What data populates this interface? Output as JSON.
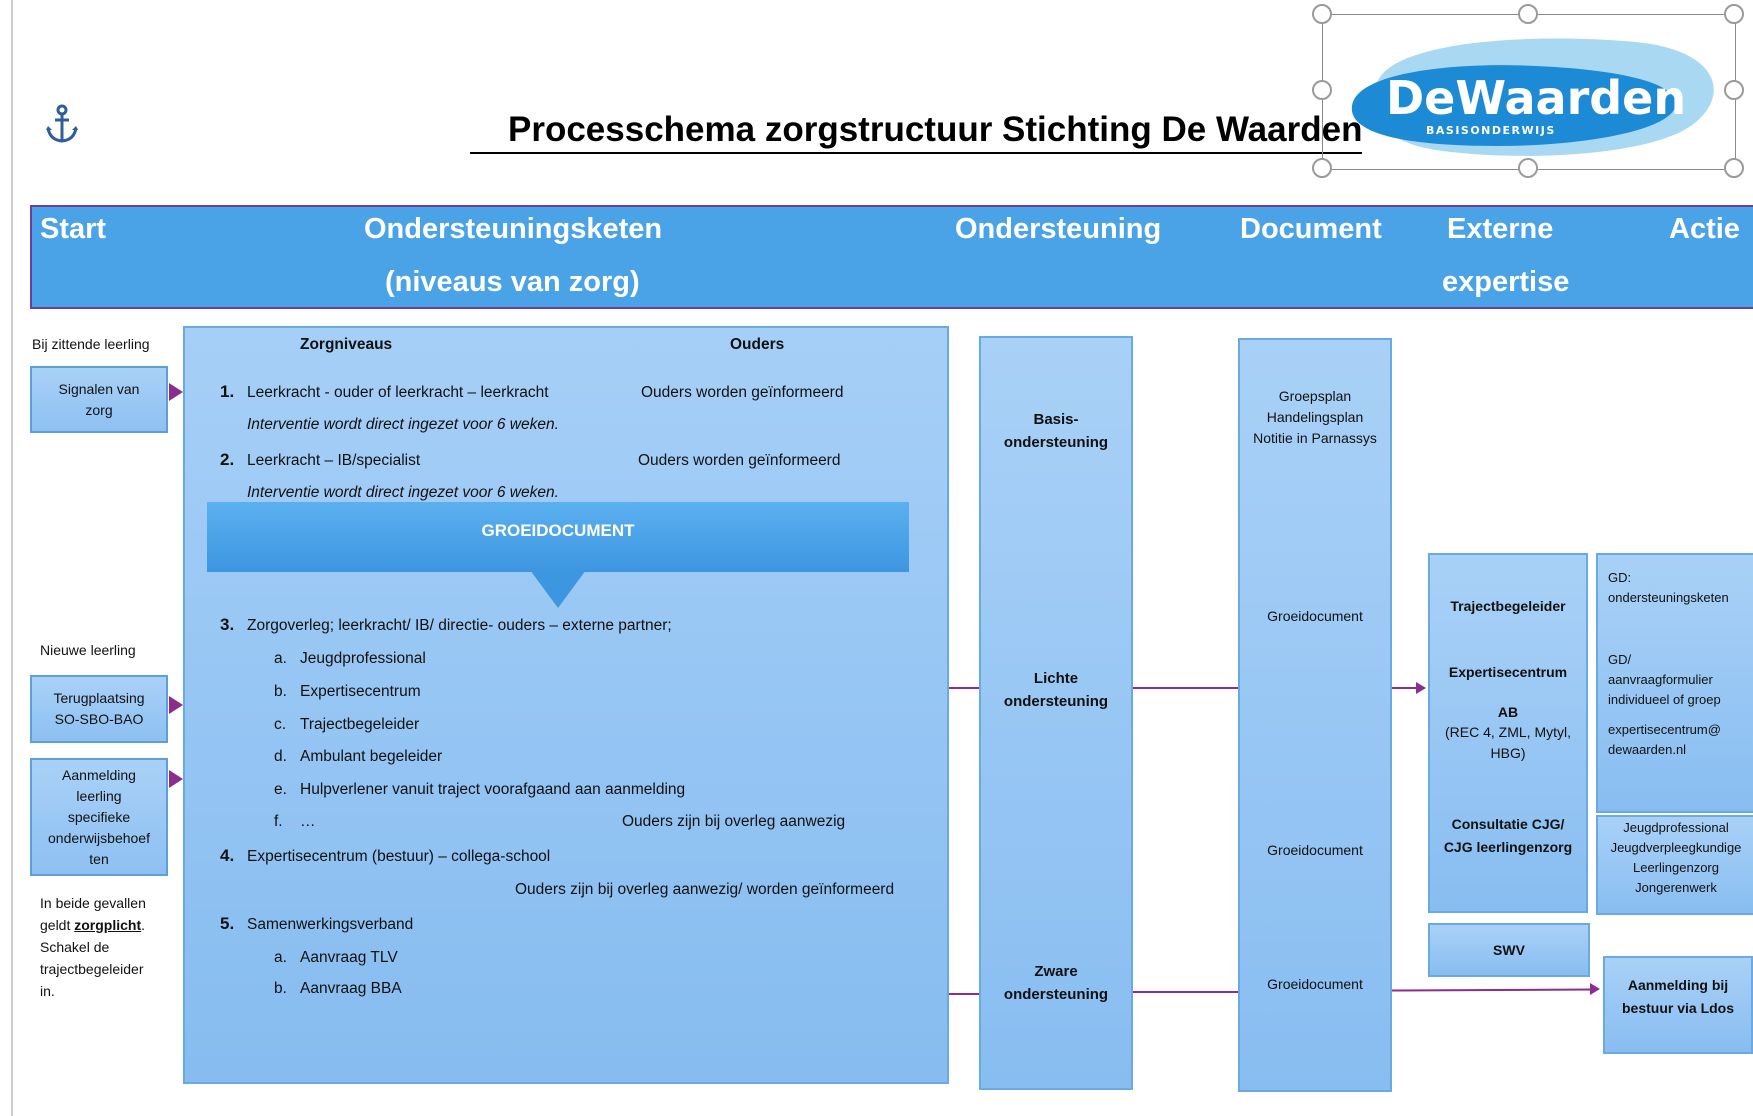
{
  "title": "Processchema zorgstructuur Stichting De Waarden",
  "logo": {
    "name": "DeWaarden",
    "sub": "BASISONDERWIJS",
    "colors": {
      "outer": "#a8d8f0",
      "inner": "#1e8ad6"
    }
  },
  "header": {
    "start": "Start",
    "keten_line1": "Ondersteuningsketen",
    "keten_line2": "(niveaus van zorg)",
    "ondersteuning": "Ondersteuning",
    "document": "Document",
    "externe_line1": "Externe",
    "externe_line2": "expertise",
    "actie": "Actie"
  },
  "left": {
    "bij_zittende": "Bij zittende leerling",
    "signalen": [
      "Signalen van",
      "zorg"
    ],
    "nieuwe": "Nieuwe leerling",
    "terug": [
      "Terugplaatsing",
      "SO-SBO-BAO"
    ],
    "aanmelding": [
      "Aanmelding",
      "leerling",
      "specifieke",
      "onderwijsbehoef",
      "ten"
    ],
    "note": [
      "In beide gevallen",
      "geldt",
      "zorgplicht",
      ".",
      "Schakel  de",
      "trajectbegeleider",
      "in."
    ]
  },
  "panel": {
    "zorgniveaus": "Zorgniveaus",
    "ouders": "Ouders",
    "item1_num": "1.",
    "item1": "Leerkracht - ouder  of   leerkracht – leerkracht",
    "item1_ouders": "Ouders worden geïnformeerd",
    "item1_int": "Interventie wordt direct ingezet voor 6 weken.",
    "item2_num": "2.",
    "item2": "Leerkracht – IB/specialist",
    "item2_ouders": "Ouders worden geïnformeerd",
    "item2_int": "Interventie wordt direct ingezet voor 6 weken.",
    "groeidocument": "GROEIDOCUMENT",
    "item3_num": "3.",
    "item3": "Zorgoverleg; leerkracht/ IB/ directie- ouders – externe partner;",
    "sub3": [
      {
        "letter": "a.",
        "text": "Jeugdprofessional"
      },
      {
        "letter": "b.",
        "text": "Expertisecentrum"
      },
      {
        "letter": "c.",
        "text": "Trajectbegeleider"
      },
      {
        "letter": "d.",
        "text": "Ambulant begeleider"
      },
      {
        "letter": "e.",
        "text": "Hulpverlener vanuit traject voorafgaand aan aanmelding"
      },
      {
        "letter": "f.",
        "text": "…"
      }
    ],
    "item3_ouders": "Ouders zijn bij overleg aanwezig",
    "item4_num": "4.",
    "item4": "Expertisecentrum (bestuur) – collega-school",
    "item4_ouders": "Ouders zijn bij overleg aanwezig/ worden geïnformeerd",
    "item5_num": "5.",
    "item5": "Samenwerkingsverband",
    "sub5": [
      {
        "letter": "a.",
        "text": "Aanvraag TLV"
      },
      {
        "letter": "b.",
        "text": "Aanvraag BBA"
      }
    ]
  },
  "ondersteuning": {
    "basis": [
      "Basis-",
      "ondersteuning"
    ],
    "lichte": [
      "Lichte",
      "ondersteuning"
    ],
    "zware": [
      "Zware",
      "ondersteuning"
    ]
  },
  "document": {
    "top": [
      "Groepsplan",
      "Handelingsplan",
      "Notitie in Parnassys"
    ],
    "g1": "Groeidocument",
    "g2": "Groeidocument",
    "g3": "Groeidocument"
  },
  "externe": {
    "traject": "Trajectbegeleider",
    "expertise": "Expertisecentrum",
    "ab": "AB",
    "ab_detail": [
      "(REC 4, ZML, Mytyl,",
      "HBG)"
    ],
    "cjg": [
      "Consultatie CJG/",
      "CJG leerlingenzorg"
    ],
    "swv": "SWV"
  },
  "actie": {
    "gd1": [
      "GD:",
      "ondersteuningsketen"
    ],
    "gd2": [
      "GD/",
      "aanvraagformulier",
      "individueel of groep"
    ],
    "email": [
      "expertisecentrum@",
      "dewaarden.nl"
    ],
    "jeugd": [
      "Jeugdprofessional",
      "Jeugdverpleegkundige",
      "Leerlingenzorg",
      "Jongerenwerk"
    ],
    "aanmelding": [
      "Aanmelding bij",
      "bestuur via Ldos"
    ]
  }
}
